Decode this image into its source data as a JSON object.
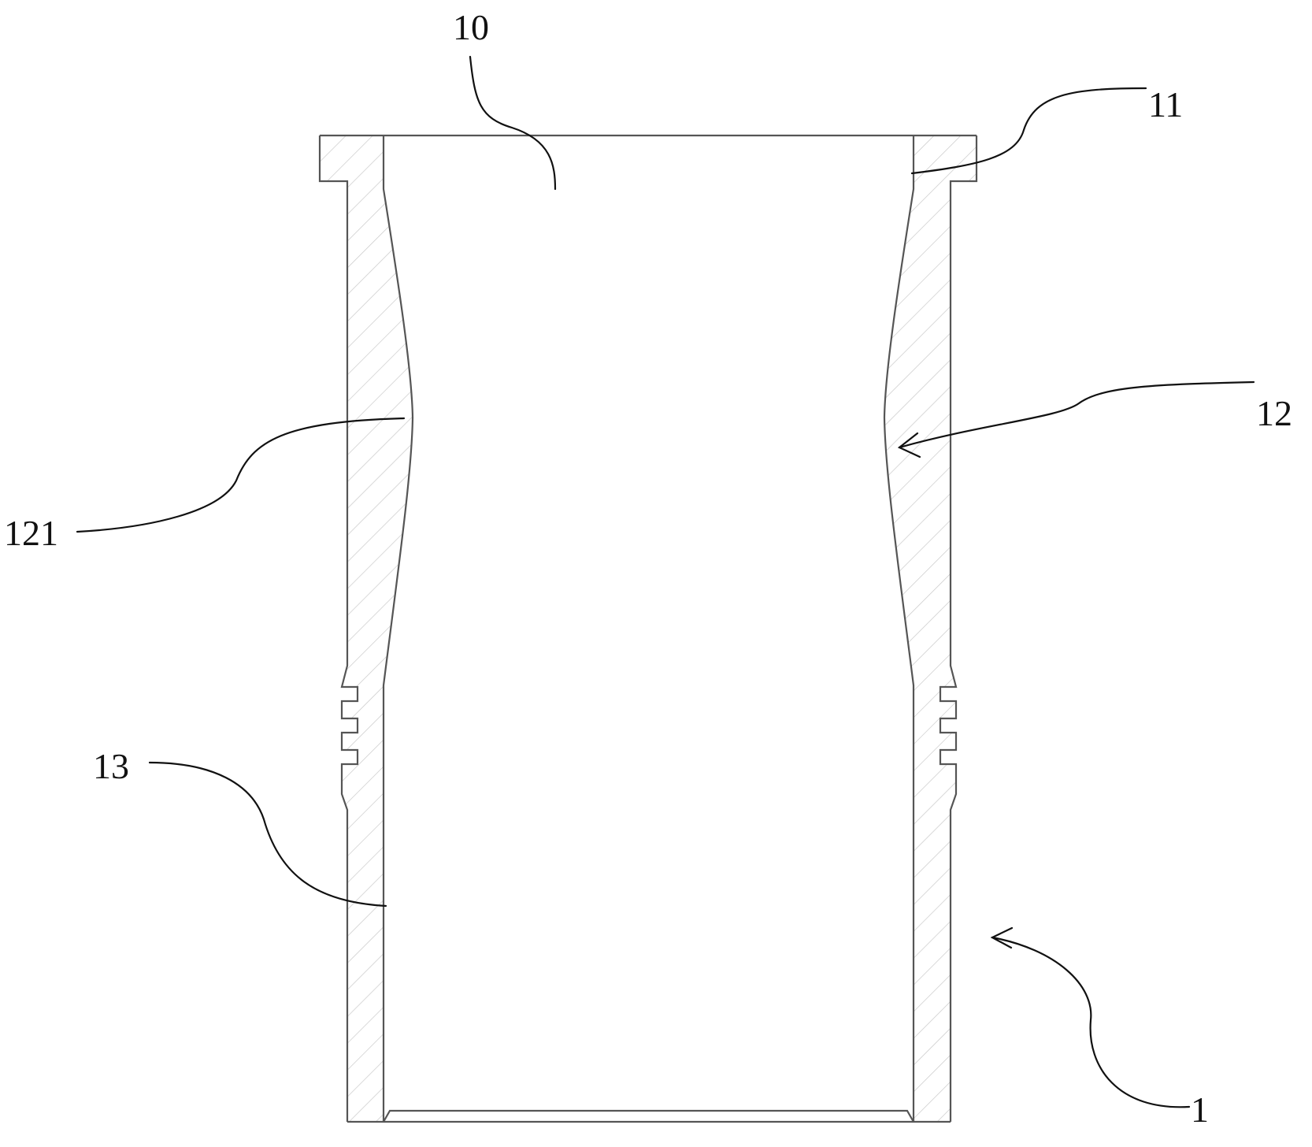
{
  "labels": {
    "bore": "10",
    "flange": "11",
    "curved_section": "12",
    "curved_surface": "121",
    "lower_section": "13",
    "liner": "1"
  }
}
